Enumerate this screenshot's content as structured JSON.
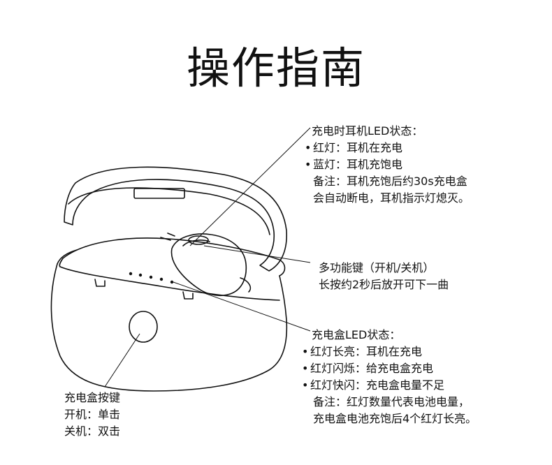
{
  "title": "操作指南",
  "earphone_led": {
    "heading": "充电时耳机LED状态：",
    "items": [
      "红灯：耳机在充电",
      "蓝灯：耳机充饱电"
    ],
    "note1": "备注：耳机充饱后约30s充电盒",
    "note2": "会自动断电，耳机指示灯熄灭。"
  },
  "multi_key": {
    "line1": "多功能键（开机/关机）",
    "line2": "长按约2秒后放开可下一曲"
  },
  "case_led": {
    "heading": "充电盒LED状态：",
    "items": [
      "红灯长亮：耳机在充电",
      "红灯闪烁：给充电盒充电",
      "红灯快闪：充电盒电量不足"
    ],
    "note1": "备注：红灯数量代表电池电量，",
    "note2": "充电盒电池充饱后4个红灯长亮。"
  },
  "case_button": {
    "heading": "充电盒按键",
    "on": "开机：单击",
    "off": "关机：双击"
  }
}
